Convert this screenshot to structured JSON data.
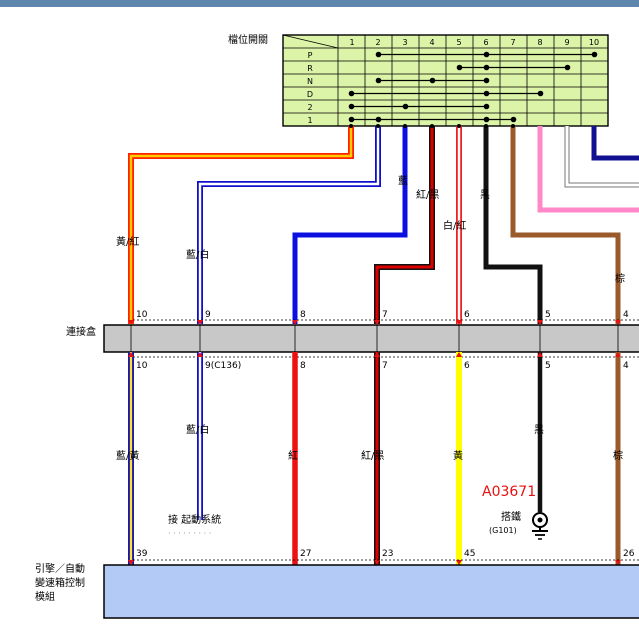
{
  "switch": {
    "title": "檔位開關",
    "pin_numbers": [
      "1",
      "2",
      "3",
      "4",
      "5",
      "6",
      "7",
      "8",
      "9",
      "10"
    ],
    "positions": [
      "P",
      "R",
      "N",
      "D",
      "2",
      "1"
    ],
    "connections": [
      {
        "position": "P",
        "pins": [
          2,
          6,
          10
        ]
      },
      {
        "position": "R",
        "pins": [
          5,
          6,
          9
        ]
      },
      {
        "position": "N",
        "pins": [
          2,
          4,
          6
        ]
      },
      {
        "position": "D",
        "pins": [
          1,
          6,
          8
        ]
      },
      {
        "position": "2",
        "pins": [
          1,
          3,
          6
        ]
      },
      {
        "position": "1",
        "pins": [
          1,
          2,
          6,
          7
        ]
      }
    ]
  },
  "connector_box": {
    "label": "連接盒"
  },
  "ecu": {
    "line1": "引擎／自動",
    "line2": "變速箱控制",
    "line3": "模組"
  },
  "upper_wires": [
    {
      "key": "w10",
      "pin_label": "10",
      "color_label": "黃/紅",
      "colors": [
        "#ffcc00",
        "#ff2200"
      ]
    },
    {
      "key": "w9",
      "pin_label": "9",
      "color_label": "藍/白",
      "colors": [
        "#1010cc",
        "#ffffff"
      ]
    },
    {
      "key": "w8",
      "pin_label": "8",
      "color_label": "藍",
      "colors": [
        "#0a10e0"
      ]
    },
    {
      "key": "w7",
      "pin_label": "7",
      "color_label": "紅/黑",
      "colors": [
        "#dd0000",
        "#111111"
      ]
    },
    {
      "key": "w6",
      "pin_label": "6",
      "color_label": "白/紅",
      "colors": [
        "#ffffff",
        "#ee2222"
      ]
    },
    {
      "key": "w5",
      "pin_label": "5",
      "color_label": "黑",
      "colors": [
        "#111111"
      ]
    },
    {
      "key": "w4",
      "pin_label": "4",
      "color_label": "棕",
      "colors": [
        "#9a5a2a"
      ]
    },
    {
      "key": "wpink",
      "pin_label": "",
      "color_label": "",
      "colors": [
        "#ff88c8"
      ]
    },
    {
      "key": "wwhite",
      "pin_label": "",
      "color_label": "",
      "colors": [
        "#ffffff"
      ]
    },
    {
      "key": "wnavy",
      "pin_label": "",
      "color_label": "",
      "colors": [
        "#101090"
      ]
    }
  ],
  "lower_wires": [
    {
      "key": "l10",
      "pin_label": "10",
      "color_label": "藍/黃",
      "ecu_pin": "39"
    },
    {
      "key": "l9",
      "pin_label": "9(C136)",
      "color_label": "藍/白",
      "ecu_pin": ""
    },
    {
      "key": "l8",
      "pin_label": "8",
      "color_label": "紅",
      "ecu_pin": "27"
    },
    {
      "key": "l7",
      "pin_label": "7",
      "color_label": "紅/黑",
      "ecu_pin": "23"
    },
    {
      "key": "l6",
      "pin_label": "6",
      "color_label": "黃",
      "ecu_pin": "45"
    },
    {
      "key": "l5",
      "pin_label": "5",
      "color_label": "黑",
      "ecu_pin": ""
    },
    {
      "key": "l4",
      "pin_label": "4",
      "color_label": "棕",
      "ecu_pin": "26"
    }
  ],
  "starter_label": "接 起動系統",
  "ground": {
    "label": "搭鐵",
    "code": "(G101)"
  },
  "watermark": "A03671",
  "colors": {
    "switch_fill": "#dcf4a8",
    "connector_fill": "#c8c8c8",
    "ecu_fill": "#b4caf6",
    "accent": "#e81010"
  }
}
